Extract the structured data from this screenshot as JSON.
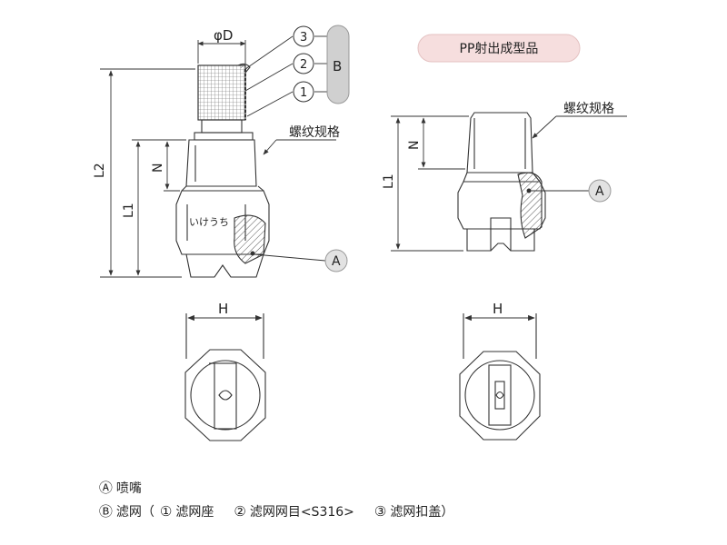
{
  "labels": {
    "phi_d": "φD",
    "callout_3": "3",
    "callout_2": "2",
    "callout_1": "1",
    "callout_b": "B",
    "callout_a_left": "A",
    "callout_a_right": "A",
    "thread_spec_left": "螺纹规格",
    "thread_spec_right": "螺纹规格",
    "n_left": "N",
    "n_right": "N",
    "l2": "L2",
    "l1_left": "L1",
    "l1_right": "L1",
    "h_left": "H",
    "h_right": "H",
    "brand_mark": "いけうち",
    "pp_badge": "PP射出成型品"
  },
  "legend": {
    "a_symbol": "Ⓐ",
    "a_text": "喷嘴",
    "b_symbol": "Ⓑ",
    "b_text": "滤网（",
    "item1_symbol": "①",
    "item1_text": "滤网座",
    "item2_symbol": "②",
    "item2_text": "滤网网目<S316>",
    "item3_symbol": "③",
    "item3_text": "滤网扣盖）"
  },
  "colors": {
    "line": "#333333",
    "pill_fill": "#d0d0d0",
    "badge_fill": "#f6dede",
    "hatch": "#555555"
  }
}
